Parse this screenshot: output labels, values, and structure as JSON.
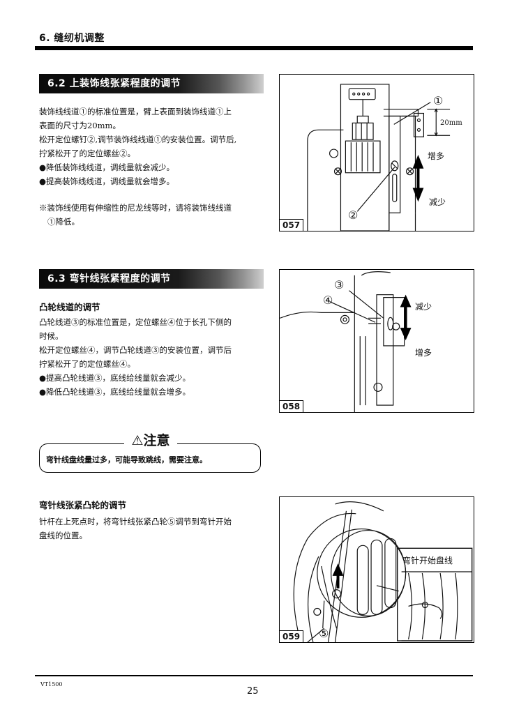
{
  "header": {
    "chapter_title": "6.  缝纫机调整"
  },
  "section_62": {
    "title": "6.2  上装饰线张紧程度的调节",
    "paragraphs": [
      "装饰线线道①的标准位置是，臂上表面到装饰线道①上",
      "表面的尺寸为20mm。",
      "松开定位螺钉②,调节装饰线线道①的安装位置。调节后,",
      "拧紧松开了的定位螺丝②。",
      "●降低装饰线线道，调线量就会减少。",
      "●提高装饰线线道，调线量就会增多。"
    ],
    "note_lines": [
      "※装饰线使用有伸缩性的尼龙线等时，请将装饰线线道",
      "①降低。"
    ],
    "figure": {
      "number": "057",
      "callout_1": "①",
      "callout_2": "②",
      "dimension": "20mm",
      "label_up": "增多",
      "label_down": "减少"
    }
  },
  "section_63": {
    "title": "6.3  弯针线张紧程度的调节",
    "subsection_1": {
      "title": "凸轮线道的调节",
      "paragraphs": [
        "凸轮线道③的标准位置是，定位螺丝④位于长孔下侧的",
        "时候。",
        "松开定位螺丝④，调节凸轮线道③的安装位置，调节后",
        "拧紧松开了的定位螺丝④。",
        "●提高凸轮线道③，底线给线量就会减少。",
        "●降低凸轮线道③，底线给线量就会增多。"
      ],
      "figure": {
        "number": "058",
        "callout_3": "③",
        "callout_4": "④",
        "label_up": "减少",
        "label_down": "增多"
      }
    },
    "caution": {
      "title": "⚠注意",
      "text": "弯针线盘线量过多，可能导致跳线，需要注意。"
    },
    "subsection_2": {
      "title": "弯针线张紧凸轮的调节",
      "paragraphs": [
        "针杆在上死点时，将弯针线张紧凸轮⑤调节到弯针开始",
        "盘线的位置。"
      ],
      "figure": {
        "number": "059",
        "callout_5": "⑤",
        "inset_label": "弯针开始盘线"
      }
    }
  },
  "footer": {
    "model": "VT1500",
    "page_number": "25"
  }
}
